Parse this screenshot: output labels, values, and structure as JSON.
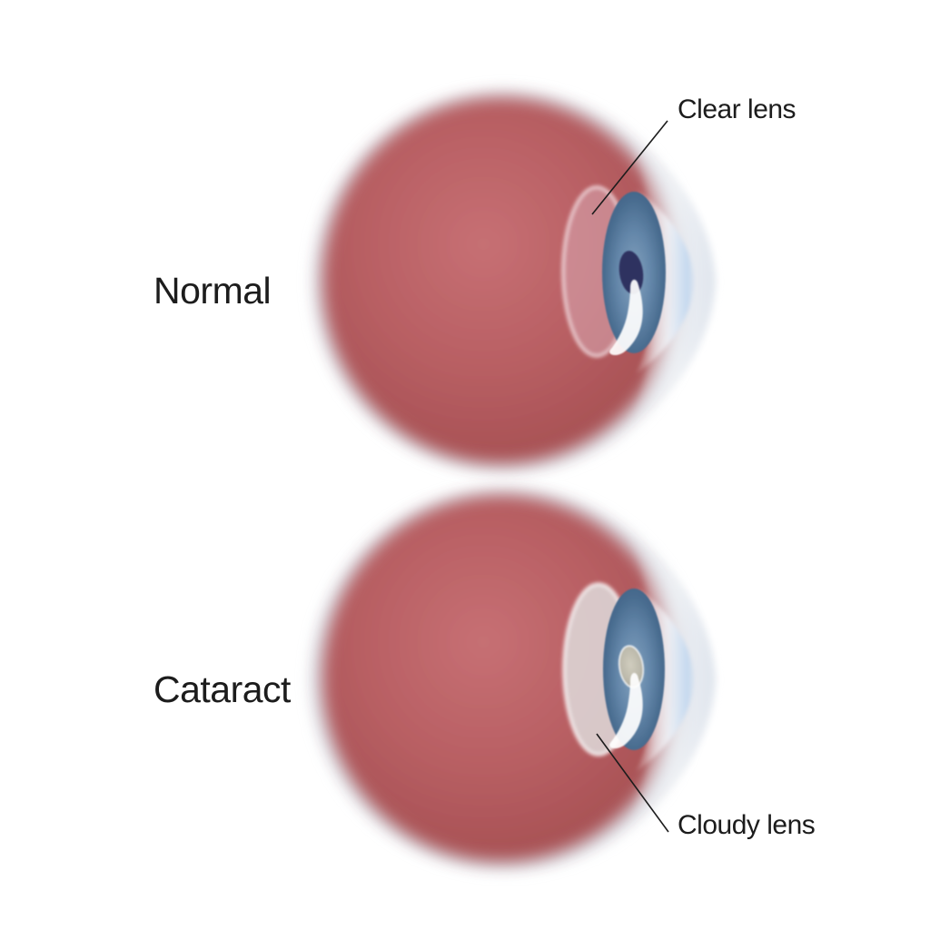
{
  "illustration": {
    "normal": {
      "label": "Normal",
      "annotation": "Clear lens"
    },
    "cataract": {
      "label": "Cataract",
      "annotation": "Cloudy lens"
    }
  },
  "colors": {
    "background": "#ffffff",
    "text": "#1c1c1c",
    "leader_line": "#1c1c1c",
    "eyeball_center": "#c77074",
    "eyeball_mid": "#b85f63",
    "eyeball_edge": "#a65053",
    "sclera_halo": "#d6dae2",
    "cornea_outer": "#edf0f4",
    "cornea_outer_edge": "#dde3ec",
    "cornea_inner": "#f2f7fc",
    "cornea_inner_edge": "#c3d8ef",
    "iris_center": "#84a3bf",
    "iris_mid": "#6285a8",
    "iris_deep": "#4a6d90",
    "iris_edge": "#3f6488",
    "pupil_clear": "#2d3160",
    "pupil_cloudy_center": "#d0cdbe",
    "pupil_cloudy_mid": "#bcb9ab",
    "pupil_cloudy_edge": "#a5a396",
    "lens_clear_fill": "#d8a8b2",
    "lens_clear_rim": "#fbf0f3",
    "lens_cloudy_fill": "#dedadb",
    "lens_cloudy_rim": "#ffffff",
    "highlight": "#ffffff"
  }
}
